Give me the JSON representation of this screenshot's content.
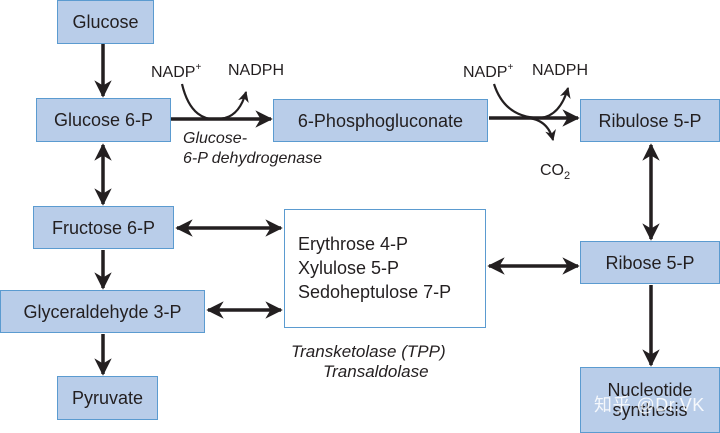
{
  "title": "Pentose phosphate pathway",
  "nodes": {
    "glucose": "Glucose",
    "glucose6p": "Glucose 6-P",
    "phosphogluconate": "6-Phosphogluconate",
    "ribulose5p": "Ribulose 5-P",
    "fructose6p": "Fructose 6-P",
    "glyceraldehyde3p": "Glyceraldehyde 3-P",
    "pyruvate": "Pyruvate",
    "ribose5p": "Ribose 5-P",
    "nucleotide_line1": "Nucleotide",
    "nucleotide_line2": "synthesis",
    "intermediates": [
      "Erythrose 4-P",
      "Xylulose 5-P",
      "Sedoheptulose 7-P"
    ]
  },
  "cofactors": {
    "step1_in": "NADP",
    "step1_in_sup": "+",
    "step1_out": "NADPH",
    "step2_in": "NADP",
    "step2_in_sup": "+",
    "step2_out": "NADPH",
    "step2_co2": "CO",
    "step2_co2_sub": "2"
  },
  "enzymes": {
    "g6pd_line1": "Glucose-",
    "g6pd_line2": "6-P dehydrogenase",
    "transketolase": "Transketolase (TPP)",
    "transaldolase": "Transaldolase"
  },
  "watermark": "知乎 @Dr.VK",
  "colors": {
    "box_fill": "#b9cde9",
    "box_border": "#5b9bd0",
    "arrow": "#231f20"
  }
}
